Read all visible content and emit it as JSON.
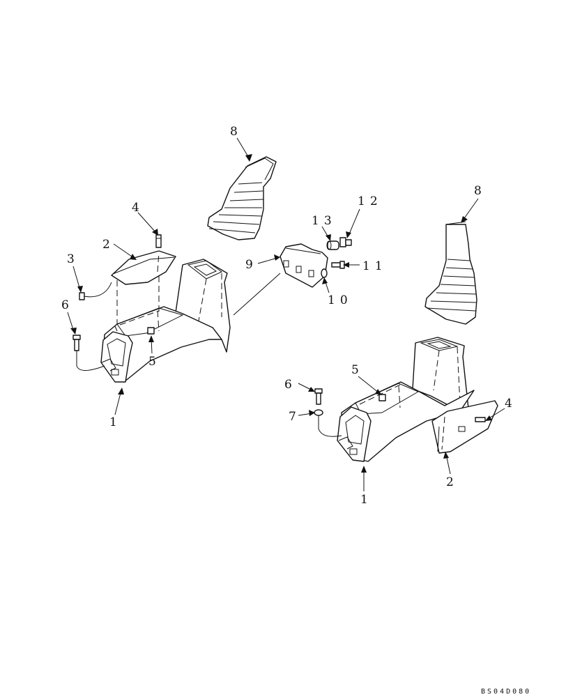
{
  "diagram": {
    "drawing_code": "BS04D080",
    "callouts": {
      "c1_left": "1",
      "c2_left": "2",
      "c3": "3",
      "c4_left": "4",
      "c5_left": "5",
      "c6_left": "6",
      "c8_left": "8",
      "c9": "9",
      "c10": "10",
      "c11": "11",
      "c12": "12",
      "c13": "13",
      "c1_right": "1",
      "c2_right": "2",
      "c4_right": "4",
      "c5_right": "5",
      "c6_right": "6",
      "c7": "7",
      "c8_right": "8"
    }
  }
}
